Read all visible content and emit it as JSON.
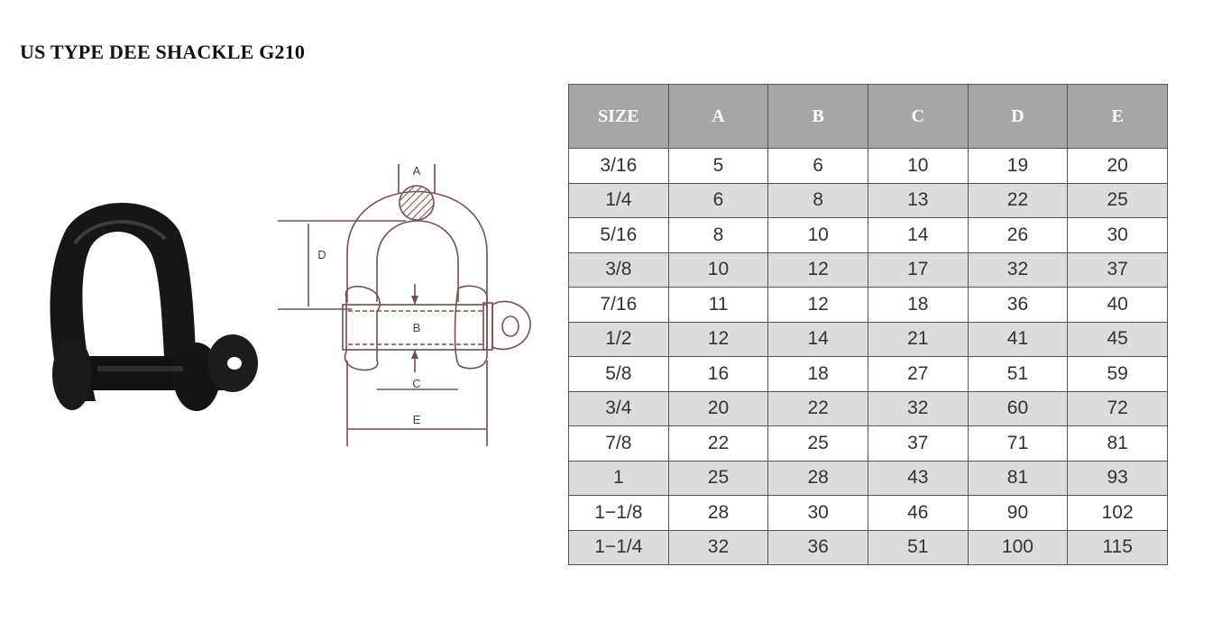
{
  "title": "US TYPE DEE SHACKLE G210",
  "diagram": {
    "labels": {
      "a": "A",
      "b": "B",
      "c": "C",
      "d": "D",
      "e": "E"
    }
  },
  "table": {
    "headers": [
      "SIZE",
      "A",
      "B",
      "C",
      "D",
      "E"
    ],
    "rows": [
      [
        "3/16",
        "5",
        "6",
        "10",
        "19",
        "20"
      ],
      [
        "1/4",
        "6",
        "8",
        "13",
        "22",
        "25"
      ],
      [
        "5/16",
        "8",
        "10",
        "14",
        "26",
        "30"
      ],
      [
        "3/8",
        "10",
        "12",
        "17",
        "32",
        "37"
      ],
      [
        "7/16",
        "11",
        "12",
        "18",
        "36",
        "40"
      ],
      [
        "1/2",
        "12",
        "14",
        "21",
        "41",
        "45"
      ],
      [
        "5/8",
        "16",
        "18",
        "27",
        "51",
        "59"
      ],
      [
        "3/4",
        "20",
        "22",
        "32",
        "60",
        "72"
      ],
      [
        "7/8",
        "22",
        "25",
        "37",
        "71",
        "81"
      ],
      [
        "1",
        "25",
        "28",
        "43",
        "81",
        "93"
      ],
      [
        "1−1/8",
        "28",
        "30",
        "46",
        "90",
        "102"
      ],
      [
        "1−1/4",
        "32",
        "36",
        "51",
        "100",
        "115"
      ]
    ]
  },
  "colors": {
    "header_bg": "#a5a6a8",
    "alt_row_bg": "#dcdcde",
    "diagram_line": "#7a4e4e"
  }
}
